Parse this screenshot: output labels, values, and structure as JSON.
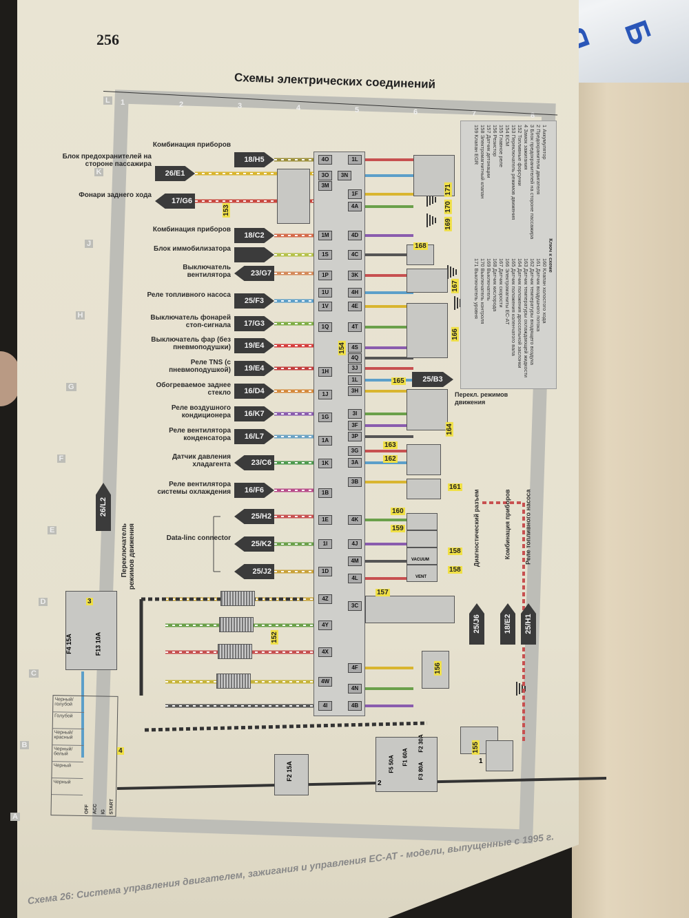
{
  "page": {
    "number": "256",
    "title": "Схемы электрических соединений",
    "caption": "Схема 26: Система управления двигателем, зажигания и управления EC-AT - модели, выпущенные с 1995 г."
  },
  "frame": {
    "letters": [
      "L",
      "K",
      "J",
      "H",
      "G",
      "F",
      "E",
      "D",
      "C",
      "B",
      "A"
    ],
    "numbers": [
      "1",
      "2",
      "3",
      "4",
      "5",
      "6",
      "7",
      "8"
    ]
  },
  "left_connections": [
    {
      "label": "Комбинация приборов",
      "ref": "18/H5",
      "dir": "right",
      "color": "#9c8f3a"
    },
    {
      "label": "Блок предохранителей на стороне пассажира",
      "ref": "26/E1",
      "dir": "right",
      "color": "#d9b52f"
    },
    {
      "label": "Фонари заднего хода",
      "ref": "17/G6",
      "dir": "left",
      "color": "#c9473f"
    },
    {
      "label": "Комбинация приборов",
      "ref": "18/C2",
      "dir": "right",
      "color": "#d46a4a"
    },
    {
      "label": "Блок иммобилизатора",
      "ref": "",
      "dir": "right",
      "color": "#b5c24a"
    },
    {
      "label": "Выключатель вентилятора",
      "ref": "23/G7",
      "dir": "left",
      "color": "#d48a5a"
    },
    {
      "label": "Реле топливного насоса",
      "ref": "25/F3",
      "dir": "right",
      "color": "#5c9fc9"
    },
    {
      "label": "Выключатель фонарей стоп-сигнала",
      "ref": "17/G3",
      "dir": "right",
      "color": "#7fae46"
    },
    {
      "label": "Выключатель фар (без пневмоподушки)",
      "ref": "19/E4",
      "dir": "right",
      "color": "#d53d3d"
    },
    {
      "label": "Реле TNS (с пневмоподушкой)",
      "ref": "19/E4",
      "dir": "right",
      "color": "#c23c3c"
    },
    {
      "label": "Обогреваемое заднее стекло",
      "ref": "16/D4",
      "dir": "right",
      "color": "#d58a3d"
    },
    {
      "label": "Реле воздушного кондиционера",
      "ref": "16/K7",
      "dir": "right",
      "color": "#8a5cae"
    },
    {
      "label": "Реле вентилятора конденсатора",
      "ref": "16/L7",
      "dir": "right",
      "color": "#6aa2c4"
    },
    {
      "label": "Датчик давления хладагента",
      "ref": "23/C6",
      "dir": "left",
      "color": "#4e9a4e"
    },
    {
      "label": "Реле вентилятора системы охлаждения",
      "ref": "16/F6",
      "dir": "right",
      "color": "#b84c8a"
    },
    {
      "label": "",
      "ref": "25/H2",
      "dir": "left",
      "color": "#c75050"
    },
    {
      "label": "Data-linc connector",
      "ref": "25/K2",
      "dir": "left",
      "color": "#6aa04a"
    },
    {
      "label": "",
      "ref": "25/J2",
      "dir": "left",
      "color": "#c9a23a"
    }
  ],
  "ecm": {
    "id": "154",
    "pins_a": [
      "4O",
      "3O",
      "3M",
      "1M",
      "1S",
      "1P",
      "1U",
      "1V",
      "1Q",
      "1H",
      "1J",
      "1G",
      "1A",
      "1K",
      "1B",
      "1E",
      "1I",
      "1D",
      "4Z",
      "4Y",
      "4X",
      "4W",
      "4I"
    ],
    "pins_b": [
      "1L",
      "3N",
      "1F",
      "4A",
      "4D",
      "4C",
      "3K",
      "4H",
      "4E",
      "4T",
      "4S",
      "4Q",
      "3J",
      "1L",
      "3H",
      "3I",
      "3F",
      "3P",
      "3G",
      "3A",
      "3B",
      "4K",
      "4J",
      "4M",
      "4L",
      "3C",
      "4F",
      "4N",
      "4B"
    ]
  },
  "components": [
    "169",
    "170",
    "171",
    "168",
    "167",
    "166",
    "165",
    "164",
    "163",
    "162",
    "161",
    "160",
    "159",
    "158",
    "158",
    "157",
    "156",
    "155",
    "153",
    "152",
    "3",
    "4"
  ],
  "component_labels": {
    "vacuum": "VACUUM",
    "vent": "VENT"
  },
  "right_connections": [
    {
      "ref": "25/B3",
      "label": "Перекл. режимов движения"
    },
    {
      "ref": "25/J6",
      "label": "Диагностический разъем"
    },
    {
      "ref": "18/E2",
      "label": "Комбинация приборов"
    },
    {
      "ref": "25/H1",
      "label": "Реле топливного насоса"
    }
  ],
  "top_left_connection": {
    "ref": "26/L2",
    "label": "Переключатель режимов движения"
  },
  "fuses": {
    "f4": "F4 15A",
    "f13": "F13 10A",
    "f2a": "F2 15A",
    "f5": "F5 50A",
    "f1": "F1 60A",
    "f2b": "F2 30A",
    "f3": "F3 80A",
    "engine_box": "2",
    "battery": "1"
  },
  "ignition_switch": {
    "wires": [
      "Черный/ голубой",
      "Голубой",
      "Черный/ красный",
      "Черный/ белый",
      "Черный",
      "Черный"
    ],
    "positions": [
      "OFF",
      "ACC",
      "IG",
      "START"
    ]
  },
  "key": {
    "title": "Ключ к схеме",
    "items": [
      "1 Аккумулятор",
      "2 Предохранители двигателя",
      "3 Блок предохранителей на стороне пассажира",
      "4 Замок зажигания",
      "152 Топливные форсунки",
      "153 Переключатель режимов движения",
      "154 ECM",
      "155 Главное реле",
      "156 Резистор",
      "157 Датчик детонации",
      "158 Электромагнитный клапан",
      "159 Клапан EGR",
      "160 Клапан холостого хода",
      "161 Датчик воздушного потока",
      "162 Датчик температуры входящего воздуха",
      "163 Датчик температуры охлаждающей жидкости",
      "164 Датчик положения дроссельной заслонки",
      "165 Датчик положения коленчатого вала",
      "166 Электромагниты EC-AT",
      "167 Датчик скорости",
      "168 Датчик кислорода",
      "169 Выключатель",
      "170 Выключатель контроля",
      "171 Выключатель уровня"
    ]
  }
}
